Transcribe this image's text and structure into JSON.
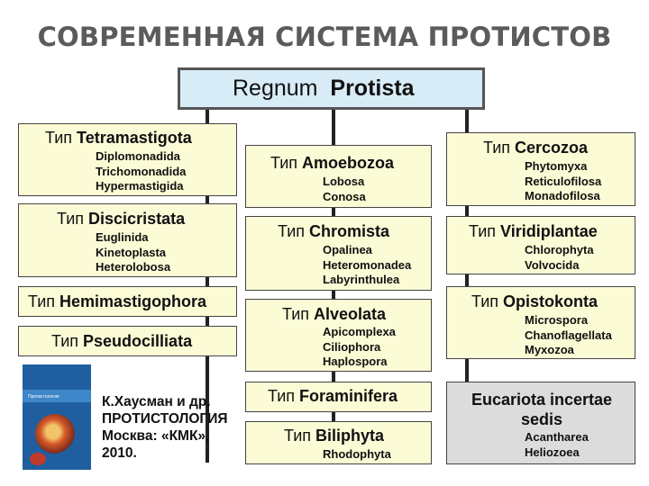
{
  "title": "СОВРЕМЕННАЯ СИСТЕМА ПРОТИСТОВ",
  "root": {
    "prefix": "Regnum",
    "name": "Protista"
  },
  "type_word": "Тип",
  "left_column": [
    {
      "name": "Tetramastigota",
      "subs": [
        "Diplomonadida",
        "Trichomonadida",
        "Hypermastigida"
      ]
    },
    {
      "name": "Discicristata",
      "subs": [
        "Euglinida",
        "Kinetoplasta",
        "Heterolobosa"
      ]
    },
    {
      "name": "Hemimastigophora",
      "subs": []
    },
    {
      "name": "Pseudocilliata",
      "subs": []
    }
  ],
  "middle_column": [
    {
      "name": "Amoebozoa",
      "subs": [
        "Lobosa",
        "Conosa"
      ]
    },
    {
      "name": "Chromista",
      "subs": [
        "Opalinea",
        "Heteromonadea",
        "Labyrinthulea"
      ]
    },
    {
      "name": "Alveolata",
      "subs": [
        "Apicomplexa",
        "Ciliophora",
        "Haplospora"
      ]
    },
    {
      "name": "Foraminifera",
      "subs": []
    },
    {
      "name": "Biliphyta",
      "subs": [
        "Rhodophyta"
      ]
    }
  ],
  "right_column": [
    {
      "name": "Cercozoa",
      "subs": [
        "Phytomyxa",
        "Reticulofilosa",
        "Monadofilosa"
      ]
    },
    {
      "name": "Viridiplantae",
      "subs": [
        "Chlorophyta",
        "Volvocida"
      ]
    },
    {
      "name": "Opistokonta",
      "subs": [
        "Microspora",
        "Chanoflagellata",
        "Myxozoa"
      ]
    }
  ],
  "incertae": {
    "line1": "Eucariota incertae",
    "line2": "sedis",
    "subs": [
      "Acantharea",
      "Heliozoea"
    ]
  },
  "book": {
    "cover_title": "Протистология"
  },
  "reference": [
    "К.Хаусман и др.",
    "ПРОТИСТОЛОГИЯ",
    "Москва: «КМК»,",
    "2010."
  ],
  "colors": {
    "box_fill": "#fbfbd6",
    "root_fill": "#d7ecf7",
    "incertae_fill": "#dcdcdc",
    "title": "#5b5b5b"
  }
}
